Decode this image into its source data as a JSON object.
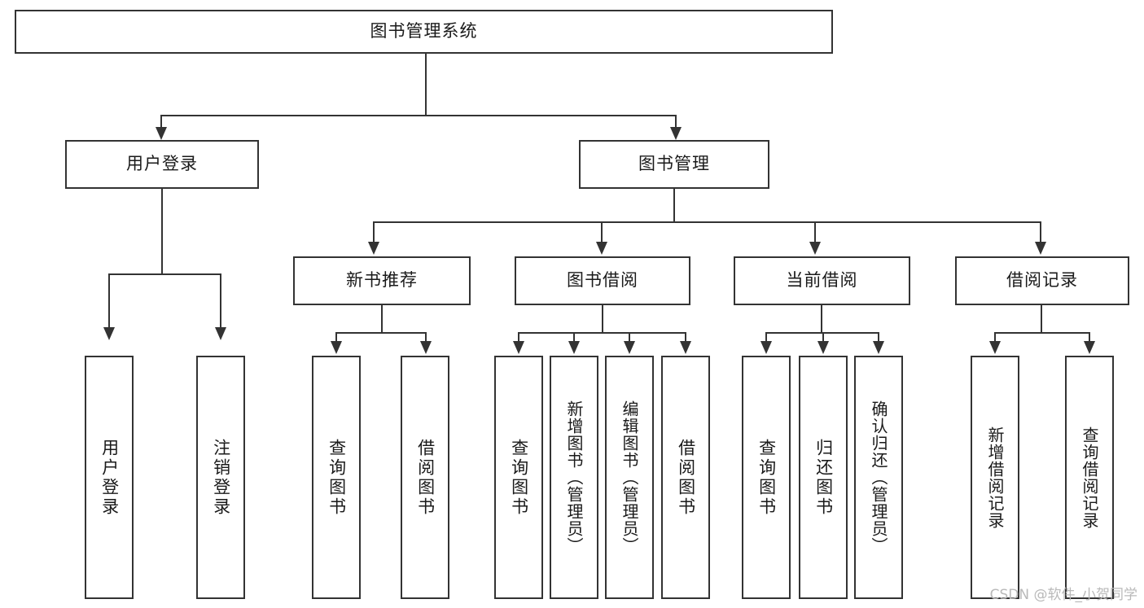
{
  "diagram": {
    "title": "图书管理系统",
    "type": "tree-hierarchy-chart",
    "root": {
      "label": "图书管理系统"
    },
    "level2": [
      {
        "label": "用户登录"
      },
      {
        "label": "图书管理"
      }
    ],
    "level3": [
      {
        "label": "新书推荐"
      },
      {
        "label": "图书借阅"
      },
      {
        "label": "当前借阅"
      },
      {
        "label": "借阅记录"
      }
    ],
    "leaves": {
      "user_login": [
        {
          "label": "用户登录"
        },
        {
          "label": "注销登录"
        }
      ],
      "new_book_recommend": [
        {
          "label": "查询图书"
        },
        {
          "label": "借阅图书"
        }
      ],
      "book_borrow": [
        {
          "label": "查询图书"
        },
        {
          "label": "新增图书（管理员）"
        },
        {
          "label": "编辑图书（管理员）"
        },
        {
          "label": "借阅图书"
        }
      ],
      "current_borrow": [
        {
          "label": "查询图书"
        },
        {
          "label": "归还图书"
        },
        {
          "label": "确认归还（管理员）"
        }
      ],
      "borrow_record": [
        {
          "label": "新增借阅记录"
        },
        {
          "label": "查询借阅记录"
        }
      ]
    }
  },
  "watermark": {
    "text": "CSDN @软件_小贺同学"
  },
  "colors": {
    "border": "#333333",
    "background": "#ffffff",
    "text": "#1a1a1a",
    "watermark": "#b9b9b9"
  }
}
